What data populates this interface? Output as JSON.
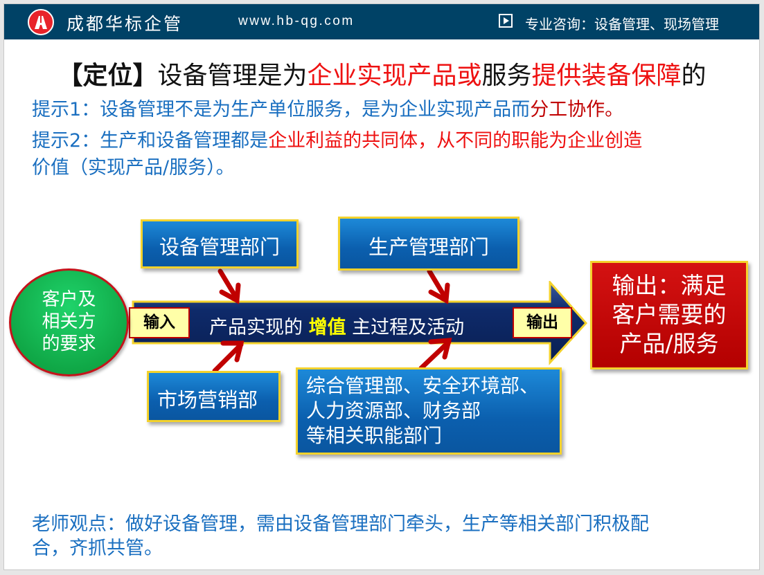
{
  "header": {
    "logo_icon": "hb-logo-icon",
    "brand": "成都华标企管",
    "url": "www.hb-qg.com",
    "play_icon": "play-icon",
    "breadcrumb": "专业咨询：设备管理、现场管理",
    "bg_color": "#004266"
  },
  "title": {
    "bracket_open": "【",
    "keyword": "定位",
    "bracket_close": "】",
    "part1": "设备管理是为",
    "part2_red": "企业实现产品或",
    "part3": "服务",
    "part4_red": "提供装备保障",
    "part5": "的"
  },
  "hints": {
    "hint1_blue": "提示1：设备管理不是为生产单位服务，是为企业实现产品而",
    "hint1_red": "分工协作。",
    "hint2_blue": "提示2：生产和设备管理都是",
    "hint2_red": "企业利益的共同体，从不同的职能为企业创造",
    "hint2_red_line2": "价值（实现产品/服务）。"
  },
  "diagram": {
    "input_source": [
      "客户及",
      "相关方",
      "的要求"
    ],
    "input_tag": "输入",
    "process": {
      "prefix": "产品实现的 ",
      "highlight": "增值",
      "suffix": " 主过程及活动"
    },
    "output_tag": "输出",
    "output_result": [
      "输出：满足",
      "客户需要的",
      "产品/服务"
    ],
    "departments": {
      "equipment": "设备管理部门",
      "production": "生产管理部门",
      "marketing": "市场营销部",
      "support": [
        "综合管理部、安全环境部、",
        "人力资源部、财务部",
        "等相关职能部门"
      ]
    },
    "colors": {
      "box_blue": "#0b6cc0",
      "box_border": "#f4d22c",
      "bar_navy": "#0d2a66",
      "circle_green": "#10a847",
      "output_red": "#c00000",
      "arrow_red": "#c00000"
    }
  },
  "footer": {
    "line1": "老师观点：做好设备管理，需由设备管理部门牵头，生产等相关部门积极配",
    "line2": "合，齐抓共管。"
  }
}
